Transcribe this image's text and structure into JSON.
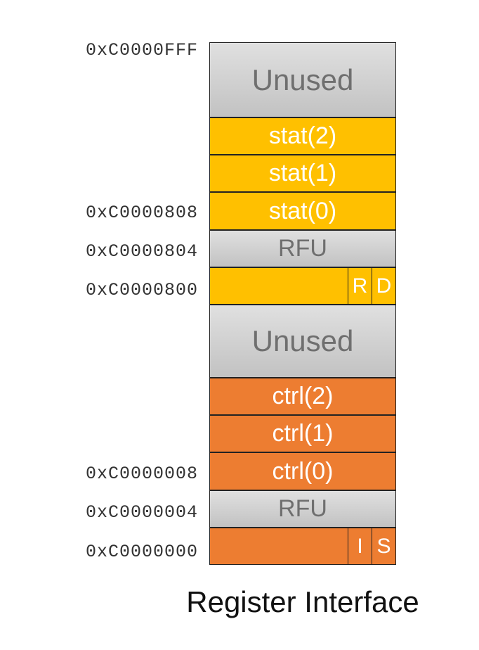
{
  "addresses": {
    "a_fff": "0xC0000FFF",
    "a_808": "0xC0000808",
    "a_804": "0xC0000804",
    "a_800": "0xC0000800",
    "a_008": "0xC0000008",
    "a_004": "0xC0000004",
    "a_000": "0xC0000000"
  },
  "status": {
    "unused": "Unused",
    "stat2": "stat(2)",
    "stat1": "stat(1)",
    "stat0": "stat(0)",
    "rfu": "RFU",
    "flag_r": "R",
    "flag_d": "D"
  },
  "control": {
    "unused": "Unused",
    "ctrl2": "ctrl(2)",
    "ctrl1": "ctrl(1)",
    "ctrl0": "ctrl(0)",
    "rfu": "RFU",
    "flag_i": "I",
    "flag_s": "S"
  },
  "caption": "Register Interface",
  "colors": {
    "status_block": "#ffc000",
    "control_block": "#ed7d31",
    "reserved_block": "#c8c8c8"
  }
}
